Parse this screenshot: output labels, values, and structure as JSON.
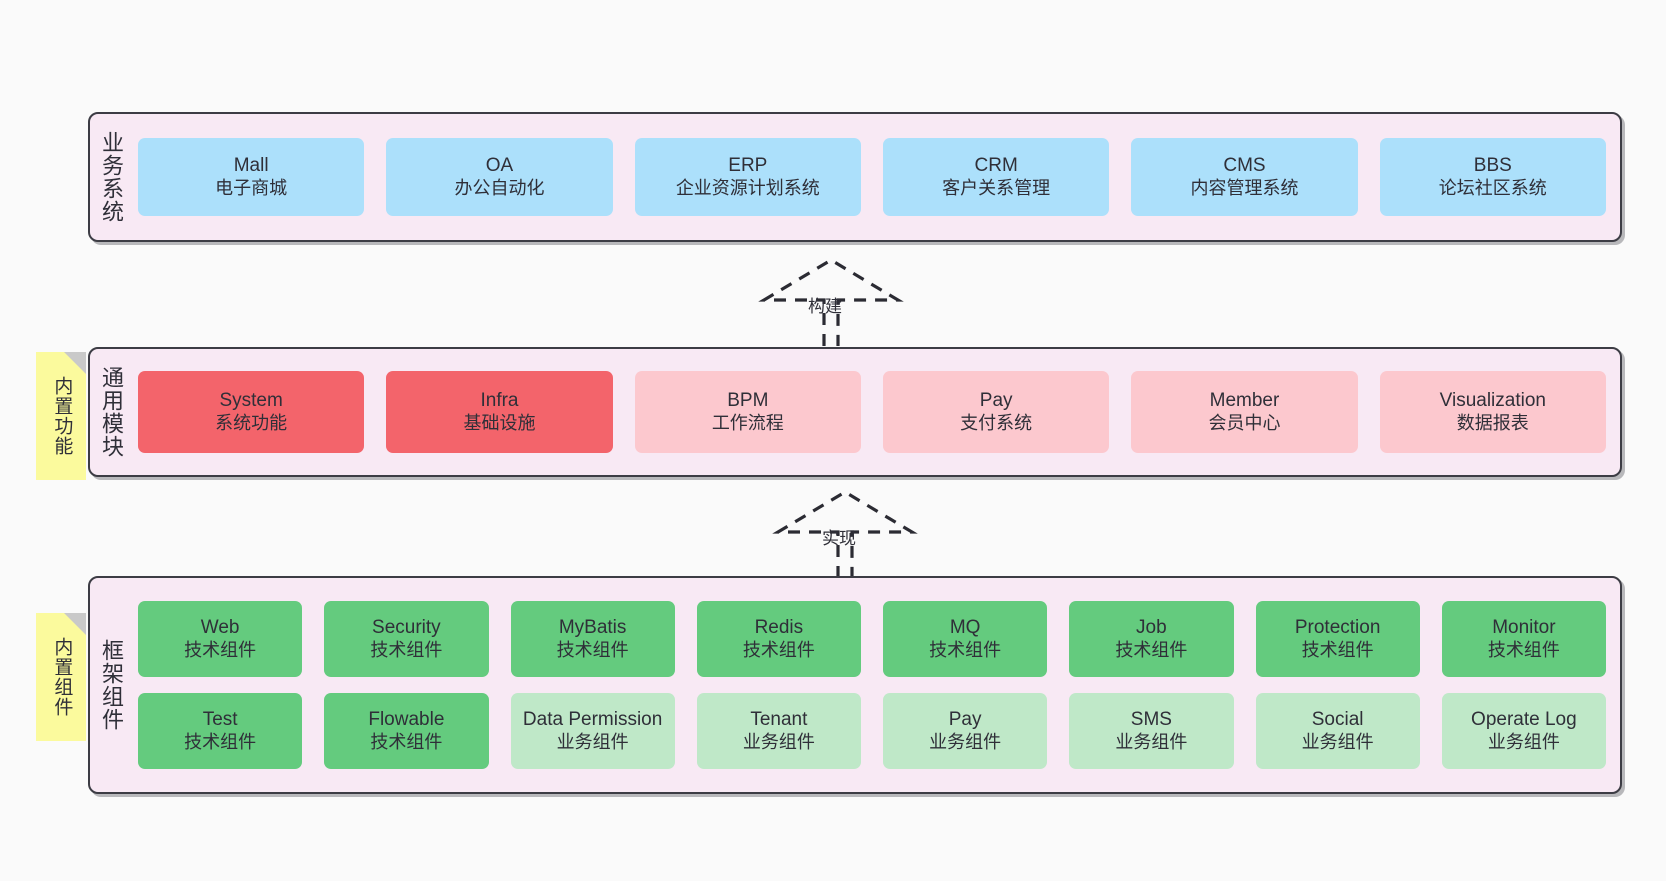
{
  "diagram": {
    "background_color": "#fafafa",
    "panel_color": "#f8e9f4",
    "border_color": "#3c3c44"
  },
  "layers": [
    {
      "id": "business",
      "title": "业务系统",
      "rows": [
        {
          "cards": [
            {
              "en": "Mall",
              "cn": "电子商城",
              "color": "#ace0fb"
            },
            {
              "en": "OA",
              "cn": "办公自动化",
              "color": "#ace0fb"
            },
            {
              "en": "ERP",
              "cn": "企业资源计划系统",
              "color": "#ace0fb"
            },
            {
              "en": "CRM",
              "cn": "客户关系管理",
              "color": "#ace0fb"
            },
            {
              "en": "CMS",
              "cn": "内容管理系统",
              "color": "#ace0fb"
            },
            {
              "en": "BBS",
              "cn": "论坛社区系统",
              "color": "#ace0fb"
            }
          ]
        }
      ]
    },
    {
      "id": "common-modules",
      "title": "通用模块",
      "sticky": "内置功能",
      "rows": [
        {
          "cards": [
            {
              "en": "System",
              "cn": "系统功能",
              "color": "#f3646b"
            },
            {
              "en": "Infra",
              "cn": "基础设施",
              "color": "#f3646b"
            },
            {
              "en": "BPM",
              "cn": "工作流程",
              "color": "#fcc8ce"
            },
            {
              "en": "Pay",
              "cn": "支付系统",
              "color": "#fcc8ce"
            },
            {
              "en": "Member",
              "cn": "会员中心",
              "color": "#fcc8ce"
            },
            {
              "en": "Visualization",
              "cn": "数据报表",
              "color": "#fcc8ce"
            }
          ]
        }
      ]
    },
    {
      "id": "framework-components",
      "title": "框架组件",
      "sticky": "内置组件",
      "rows": [
        {
          "cards": [
            {
              "en": "Web",
              "cn": "技术组件",
              "color": "#64cb7e"
            },
            {
              "en": "Security",
              "cn": "技术组件",
              "color": "#64cb7e"
            },
            {
              "en": "MyBatis",
              "cn": "技术组件",
              "color": "#64cb7e"
            },
            {
              "en": "Redis",
              "cn": "技术组件",
              "color": "#64cb7e"
            },
            {
              "en": "MQ",
              "cn": "技术组件",
              "color": "#64cb7e"
            },
            {
              "en": "Job",
              "cn": "技术组件",
              "color": "#64cb7e"
            },
            {
              "en": "Protection",
              "cn": "技术组件",
              "color": "#64cb7e"
            },
            {
              "en": "Monitor",
              "cn": "技术组件",
              "color": "#64cb7e"
            }
          ]
        },
        {
          "cards": [
            {
              "en": "Test",
              "cn": "技术组件",
              "color": "#64cb7e"
            },
            {
              "en": "Flowable",
              "cn": "技术组件",
              "color": "#64cb7e"
            },
            {
              "en": "Data Permission",
              "cn": "业务组件",
              "color": "#bfe8c8"
            },
            {
              "en": "Tenant",
              "cn": "业务组件",
              "color": "#bfe8c8"
            },
            {
              "en": "Pay",
              "cn": "业务组件",
              "color": "#bfe8c8"
            },
            {
              "en": "SMS",
              "cn": "业务组件",
              "color": "#bfe8c8"
            },
            {
              "en": "Social",
              "cn": "业务组件",
              "color": "#bfe8c8"
            },
            {
              "en": "Operate Log",
              "cn": "业务组件",
              "color": "#bfe8c8"
            }
          ]
        }
      ]
    }
  ],
  "connectors": [
    {
      "id": "build",
      "label": "构建"
    },
    {
      "id": "implement",
      "label": "实现"
    }
  ]
}
